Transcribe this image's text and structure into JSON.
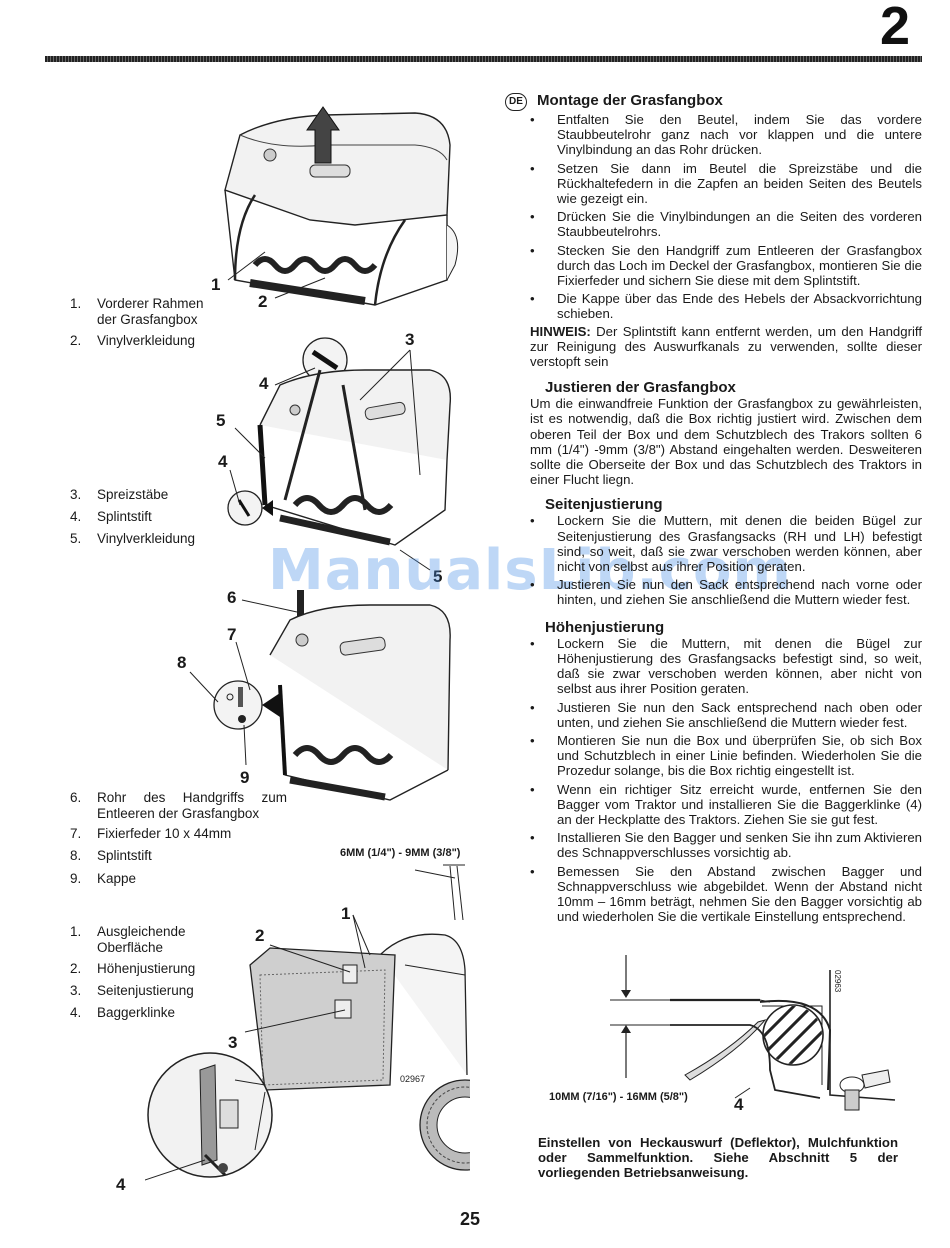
{
  "chapter_number": "2",
  "page_number": "25",
  "watermark": "ManualsLib.com",
  "figures": {
    "fig1": {
      "callouts": [
        "1",
        "2"
      ],
      "legend": [
        {
          "n": "1.",
          "text": "Vorderer Rahmen der Grasfangbox"
        },
        {
          "n": "2.",
          "text": "Vinylverkleidung"
        }
      ]
    },
    "fig2": {
      "callouts": [
        "3",
        "4",
        "5",
        "4",
        "5"
      ],
      "legend": [
        {
          "n": "3.",
          "text": "Spreizstäbe"
        },
        {
          "n": "4.",
          "text": "Splintstift"
        },
        {
          "n": "5.",
          "text": "Vinylverkleidung"
        }
      ]
    },
    "fig3": {
      "callouts": [
        "6",
        "7",
        "8",
        "9"
      ],
      "legend": [
        {
          "n": "6.",
          "text": "Rohr des Handgriffs zum Entleeren der Grasfangbox"
        },
        {
          "n": "7.",
          "text": "Fixierfeder 10 x 44mm"
        },
        {
          "n": "8.",
          "text": "Splintstift"
        },
        {
          "n": "9.",
          "text": "Kappe"
        }
      ]
    },
    "fig4": {
      "dimension": "6MM (1/4\") - 9MM (3/8\")",
      "code": "02967",
      "callouts": [
        "1",
        "2",
        "3",
        "4"
      ],
      "legend": [
        {
          "n": "1.",
          "text": "Ausgleichende Oberfläche"
        },
        {
          "n": "2.",
          "text": "Höhenjustierung"
        },
        {
          "n": "3.",
          "text": "Seitenjustierung"
        },
        {
          "n": "4.",
          "text": "Baggerklinke"
        }
      ]
    },
    "fig5": {
      "dimension": "10MM (7/16\") - 16MM (5/8\")",
      "code": "02963",
      "callout": "4"
    }
  },
  "text": {
    "lang_badge": "DE",
    "montage_title": "Montage der Grasfangbox",
    "montage_bullets": [
      "Entfalten Sie den Beutel, indem Sie das vordere Staubbeutelrohr ganz nach vor klappen und die untere Vinylbindung an das Rohr drücken.",
      "Setzen Sie dann im Beutel die Spreizstäbe und die Rückhaltefedern in die Zapfen an beiden Seiten des Beutels wie gezeigt ein.",
      "Drücken Sie die Vinylbindungen an die Seiten des vorderen Staubbeutelrohrs.",
      "Stecken Sie den Handgriff zum Entleeren der Grasfangbox durch das Loch im Deckel der Grasfangbox, montieren Sie die Fixierfeder und sichern Sie diese mit dem Splintstift.",
      "Die Kappe über das Ende des Hebels der Absackvorrichtung schieben."
    ],
    "hinweis_label": "HINWEIS:",
    "hinweis_text": " Der Splintstift kann entfernt werden, um den Handgriff zur Reinigung des Auswurfkanals zu verwenden, sollte dieser verstopft sein",
    "justieren_title": "Justieren der Grasfangbox",
    "justieren_text": "Um die einwandfreie Funktion der Grasfangbox zu gewährleisten, ist es notwendig, daß die Box richtig justiert wird. Zwischen dem oberen Teil der Box und dem Schutzblech des Trakors sollten 6 mm (1/4\") -9mm (3/8\") Abstand eingehalten werden. Desweiteren sollte die Oberseite der Box und das Schutzblech des Traktors in einer Flucht liegn.",
    "seiten_title": "Seitenjustierung",
    "seiten_bullets": [
      "Lockern Sie die Muttern, mit denen die beiden Bügel zur Seitenjustierung des Grasfangsacks (RH und LH) befestigt sind, so weit, daß sie zwar verschoben werden können, aber nicht von selbst aus ihrer Position geraten.",
      "Justieren Sie nun den Sack entsprechend nach vorne oder hinten, und ziehen Sie anschließend die Muttern wieder fest."
    ],
    "hoehen_title": "Höhenjustierung",
    "hoehen_bullets": [
      "Lockern Sie die Muttern, mit denen die Bügel zur Höhenjustierung des Grasfangsacks befestigt sind, so weit, daß sie zwar verschoben werden können, aber nicht von selbst aus ihrer Position geraten.",
      "Justieren Sie nun den Sack entsprechend nach oben oder unten, und ziehen Sie anschließend die Muttern wieder fest.",
      "Montieren Sie nun die Box und überprüfen Sie, ob sich Box und Schutzblech in einer Linie befinden. Wiederholen Sie die Prozedur solange, bis die Box richtig eingestellt ist.",
      "Wenn ein richtiger Sitz erreicht wurde, entfernen Sie den Bagger vom Traktor und installieren Sie die Baggerklinke (4) an der Heckplatte des Traktors. Ziehen Sie sie gut fest.",
      "Installieren Sie den Bagger und senken Sie ihn zum Aktivieren des Schnappverschlusses vorsichtig ab.",
      "Bemessen Sie den Abstand zwischen Bagger und Schnappverschluss wie abgebildet. Wenn der Abstand nicht 10mm – 16mm beträgt, nehmen Sie den Bagger vorsichtig ab und wiederholen Sie die vertikale Einstellung entsprechend."
    ],
    "bottom_note": "Einstellen von Heckauswurf (Deflektor), Mulchfunktion oder Sammelfunktion. Siehe Abschnitt 5 der vorliegenden Betriebsanweisung."
  }
}
